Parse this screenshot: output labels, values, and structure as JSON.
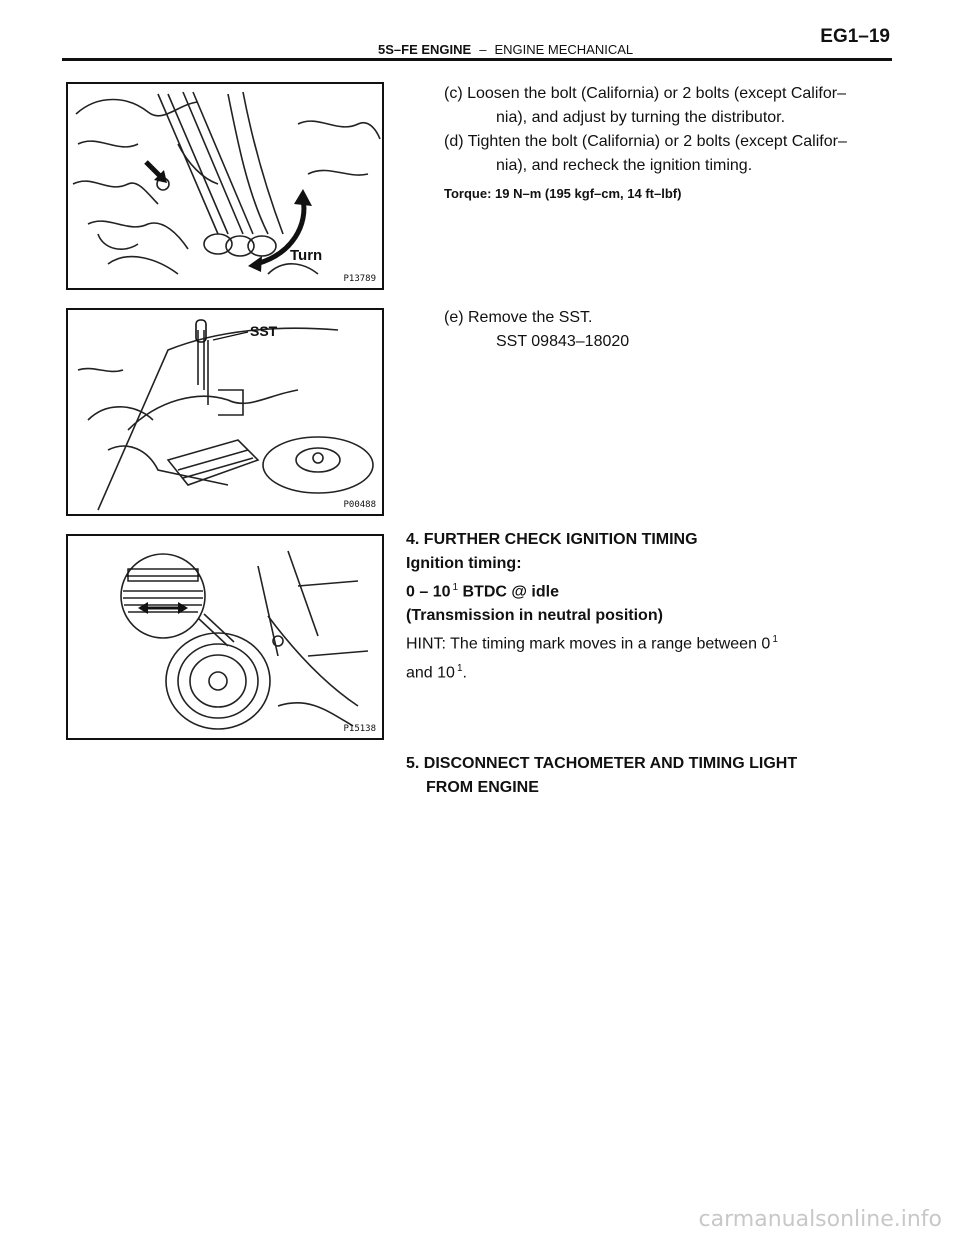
{
  "header": {
    "section_bold": "5S–FE ENGINE",
    "dash": "–",
    "section_rest": "ENGINE MECHANICAL",
    "page_code": "EG1–19"
  },
  "figures": [
    {
      "code": "P13789",
      "label": "Turn"
    },
    {
      "code": "P00488",
      "label": "SST"
    },
    {
      "code": "P15138"
    }
  ],
  "steps": {
    "c_line1": "(c) Loosen the bolt (California) or 2 bolts (except Califor–",
    "c_line2": "nia), and adjust by turning the distributor.",
    "d_line1": "(d) Tighten the bolt (California) or 2 bolts (except Califor–",
    "d_line2": "nia), and recheck the ignition timing.",
    "torque": "Torque: 19 N–m (195 kgf–cm, 14 ft–lbf)",
    "e_line1": "(e) Remove the SST.",
    "e_line2": "SST 09843–18020",
    "s4_title": "4. FURTHER CHECK IGNITION TIMING",
    "s4_label": "Ignition timing:",
    "s4_value": "0 – 10",
    "s4_value_tail": "BTDC @ idle",
    "s4_trans": "(Transmission in neutral position)",
    "s4_hint1": "HINT: The timing mark moves in a range between 0",
    "s4_hint2": "and 10",
    "s4_hint2_tail": ".",
    "deg": "1",
    "s5_line1": "5. DISCONNECT TACHOMETER AND TIMING LIGHT",
    "s5_line2": "FROM ENGINE"
  },
  "watermark": "carmanualsonline.info"
}
